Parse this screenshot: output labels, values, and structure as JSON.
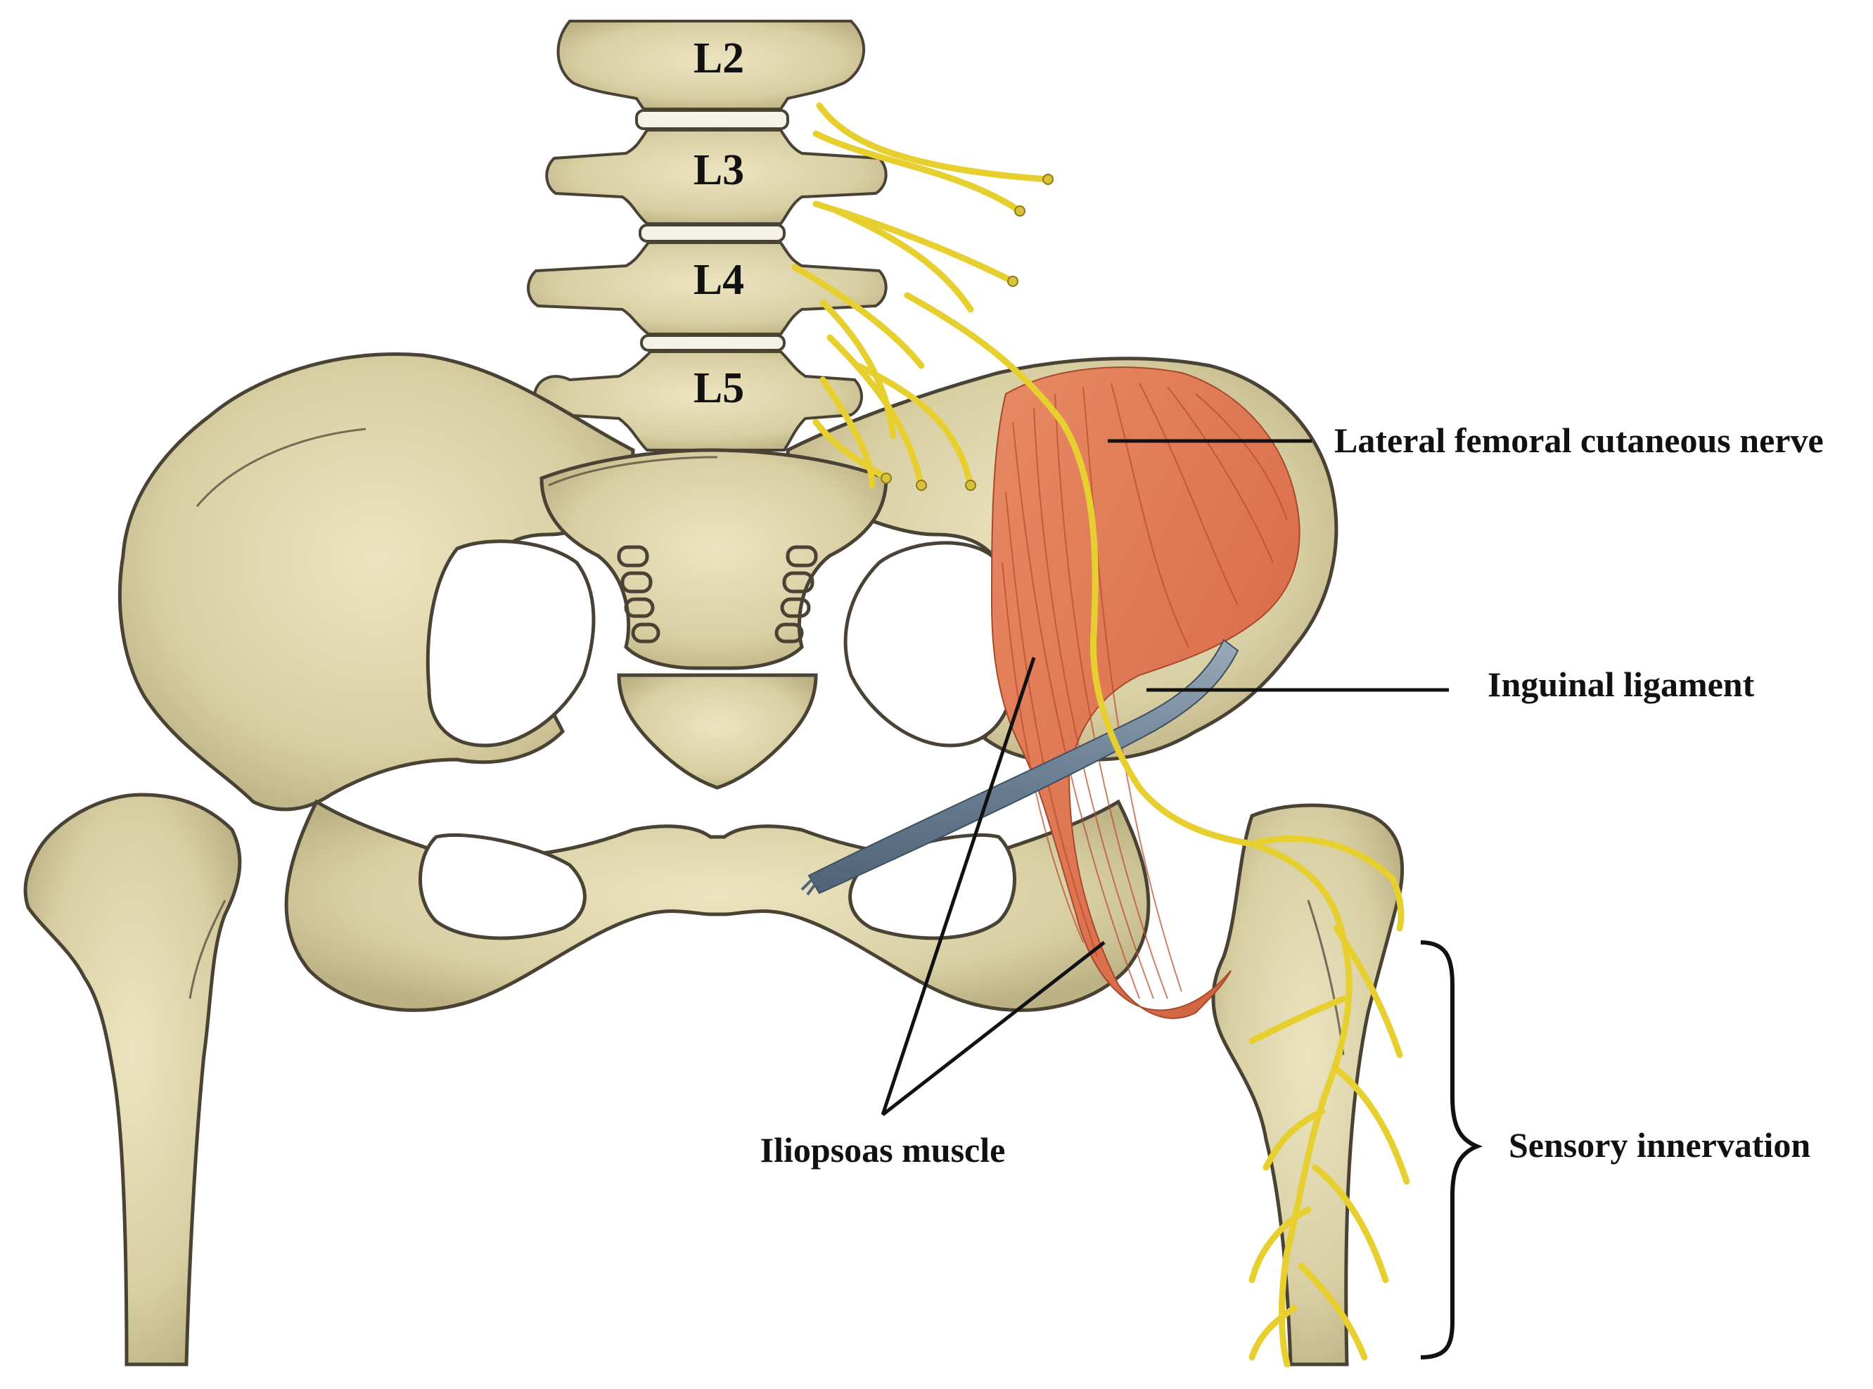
{
  "vertebrae": [
    "L2",
    "L3",
    "L4",
    "L5"
  ],
  "labels": {
    "lfcn": "Lateral femoral cutaneous nerve",
    "inguinal": "Inguinal ligament",
    "iliopsoas": "Iliopsoas muscle",
    "sensory": "Sensory innervation"
  },
  "colors": {
    "bone": "#d9d0a6",
    "bone_shadow": "#b5aa7c",
    "outline": "#4a4234",
    "muscle": "#e07a55",
    "muscle_fiber": "#c4532f",
    "nerve": "#e6cf2e",
    "ligament": "#6f8498",
    "text": "#111111"
  }
}
